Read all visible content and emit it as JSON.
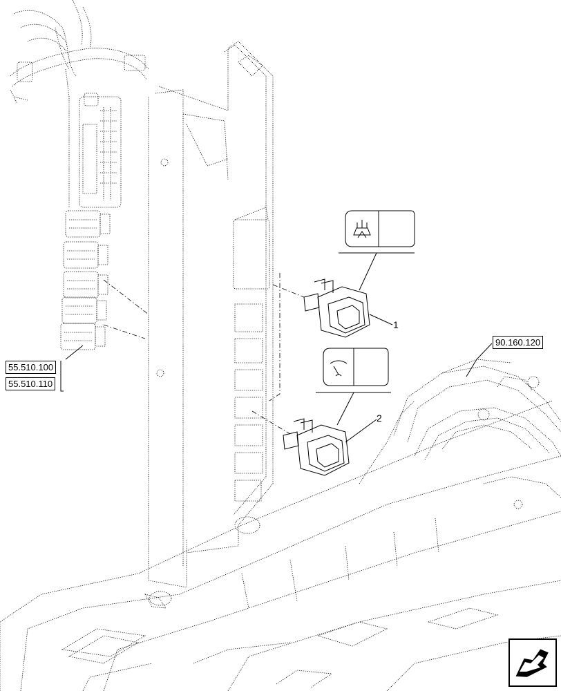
{
  "refs": {
    "left_top": "55.510.100",
    "left_bottom": "55.510.110",
    "right": "90.160.120"
  },
  "callouts": {
    "item1": "1",
    "item2": "2"
  },
  "icons": {
    "switch1_symbol": "rear-window-washer-icon",
    "switch2_symbol": "rear-wiper-icon",
    "nav": "next-page-arrow-icon"
  },
  "colors": {
    "line": "#000000",
    "background": "#ffffff"
  }
}
